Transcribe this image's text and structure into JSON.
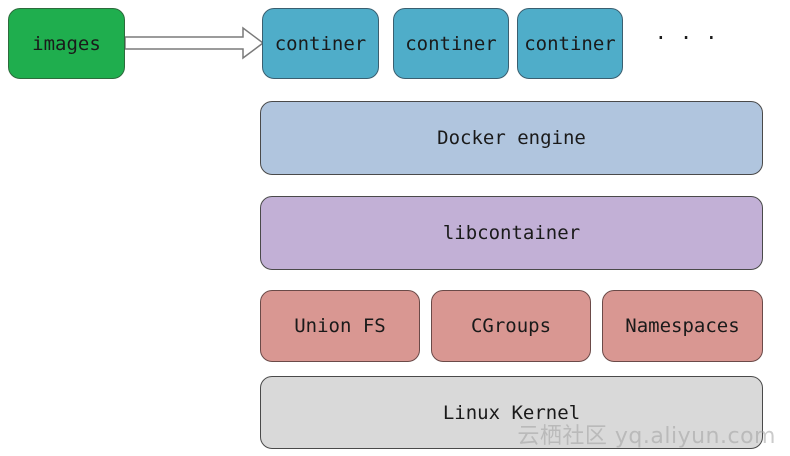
{
  "images": {
    "label": "images"
  },
  "containers": [
    {
      "label": "continer"
    },
    {
      "label": "continer"
    },
    {
      "label": "continer"
    }
  ],
  "more_indicator": "· · ·",
  "engine": {
    "label": "Docker engine"
  },
  "libcontainer": {
    "label": "libcontainer"
  },
  "kernel_features": [
    {
      "label": "Union FS"
    },
    {
      "label": "CGroups"
    },
    {
      "label": "Namespaces"
    }
  ],
  "kernel": {
    "label": "Linux Kernel"
  },
  "watermark": "云栖社区 yq.aliyun.com",
  "colors": {
    "images": "#1fae4e",
    "container": "#4fadc9",
    "engine": "#b0c5de",
    "libcontainer": "#c2b0d6",
    "kernel_features": "#d99792",
    "kernel": "#d9d9d9"
  }
}
